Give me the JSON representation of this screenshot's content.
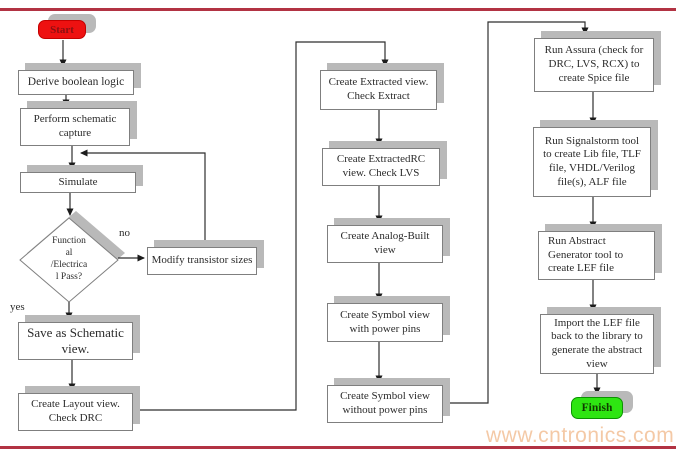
{
  "colors": {
    "accent_line": "#b23343",
    "start_fill": "#ee1111",
    "start_text": "#8c1012",
    "finish_fill": "#2ee512",
    "watermark_color": "#f4c9a6"
  },
  "watermark": "www.cntronics.com",
  "flowchart": {
    "terminals": {
      "start": "Start",
      "finish": "Finish"
    },
    "branch_labels": {
      "no": "no",
      "yes": "yes"
    },
    "nodes": {
      "derive": "Derive boolean logic",
      "perform": "Perform schematic\ncapture",
      "simulate": "Simulate",
      "decision": "Function\nal\n/Electrica\nl Pass?",
      "modify": "Modify transistor sizes",
      "save": "Save as Schematic\nview.",
      "layout": "Create Layout view.\nCheck DRC",
      "extracted": "Create Extracted view.\nCheck Extract",
      "extractedrc": "Create ExtractedRC\nview. Check LVS",
      "analog": "Create Analog-Built\nview",
      "symbol_with": "Create Symbol view\nwith power pins",
      "symbol_without": "Create Symbol view\nwithout power pins",
      "assura": "Run Assura (check for\nDRC, LVS, RCX) to\ncreate Spice file",
      "signalstorm": "Run Signalstorm tool\nto create Lib file, TLF\nfile, VHDL/Verilog\nfile(s), ALF file",
      "abstract": "Run Abstract\nGenerator tool to\ncreate LEF file",
      "import": "Import the LEF file\nback to the library to\ngenerate the abstract\nview"
    }
  }
}
